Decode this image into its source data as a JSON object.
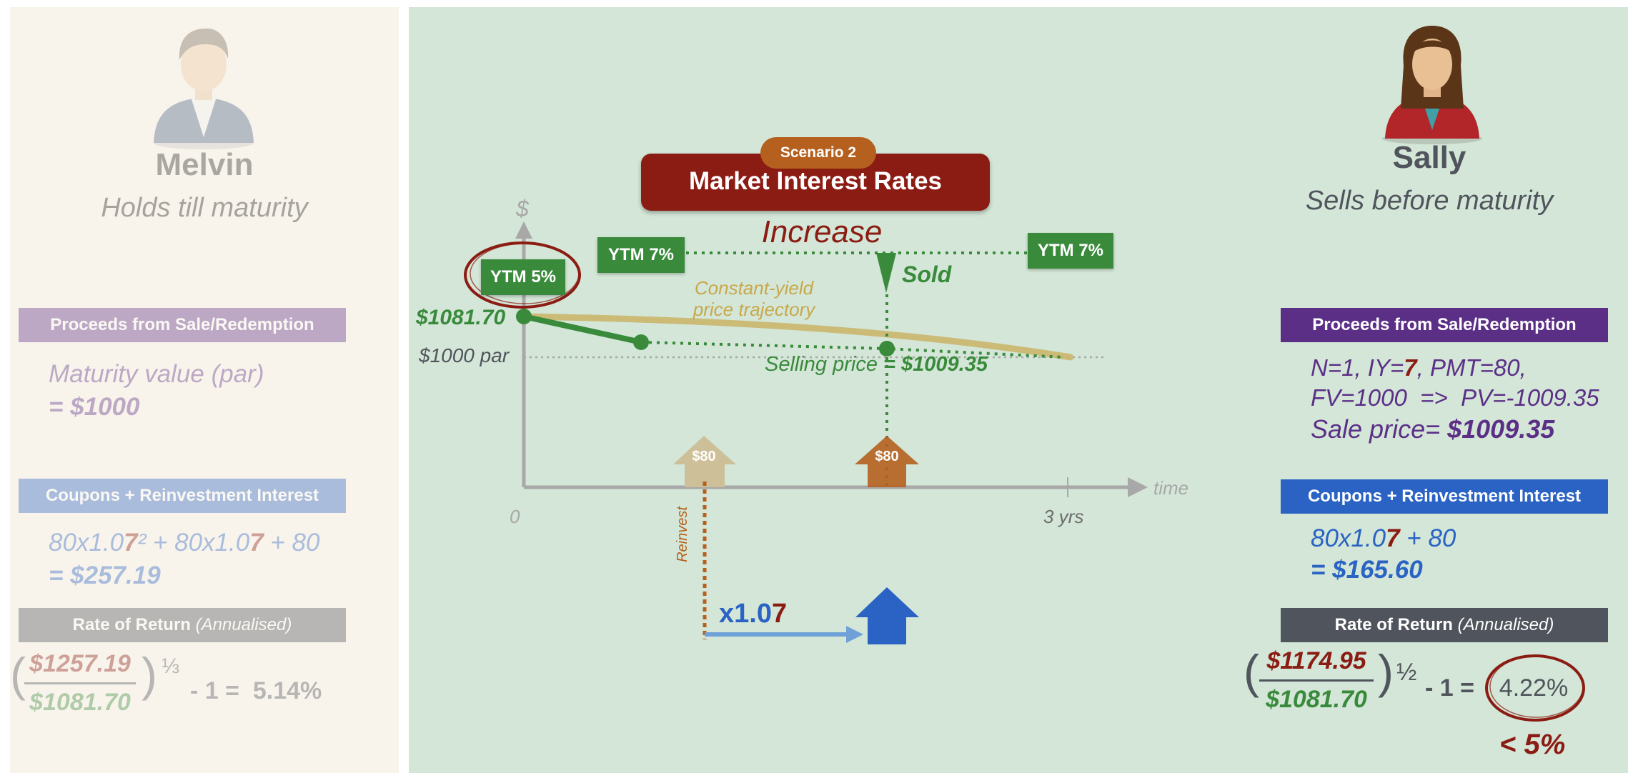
{
  "scenario": {
    "badge": "Scenario 2",
    "title": "Market Interest Rates",
    "subtitle": "Increase"
  },
  "colors": {
    "bond_green": "#3a8a3c",
    "title_red": "#8b1c13",
    "badge_orange": "#b5601e",
    "sally_purple": "#5c2f87",
    "sally_blue": "#2a63c4",
    "dark_gray": "#50545c"
  },
  "melvin": {
    "name": "Melvin",
    "role": "Holds till maturity",
    "icon": "man-avatar-icon",
    "proceeds_bar": "Proceeds from Sale/Redemption",
    "proceeds_line1": "Maturity value (par)",
    "proceeds_line2": "= $1000",
    "coupons_bar": "Coupons + Reinvestment Interest",
    "coupons_a": "80x1.0",
    "coupons_b": "7",
    "coupons_c": "² + 80x1.0",
    "coupons_d": "7",
    "coupons_e": " + 80",
    "coupons_result": "= $257.19",
    "ror_bar": "Rate of Return",
    "ror_bar_note": "(Annualised)",
    "ror_numerator": "$1257.19",
    "ror_denominator": "$1081.70",
    "ror_exponent": "⅓",
    "ror_tail": "- 1 =  5.14%"
  },
  "sally": {
    "name": "Sally",
    "role": "Sells before maturity",
    "icon": "woman-avatar-icon",
    "proceeds_bar": "Proceeds from Sale/Redemption",
    "calc1_a": "N=1, IY=",
    "calc1_b": "7",
    "calc1_c": ", PMT=80,",
    "calc2": "FV=1000  =>  PV=-1009.35",
    "sale_label": "Sale price= ",
    "sale_value": "$1009.35",
    "coupons_bar": "Coupons + Reinvestment Interest",
    "coupons_a": "80x1.0",
    "coupons_b": "7",
    "coupons_c": " + 80",
    "coupons_result": "= $165.60",
    "ror_bar": "Rate of Return",
    "ror_bar_note": "(Annualised)",
    "ror_numerator": "$1174.95",
    "ror_denominator": "$1081.70",
    "ror_exponent": "½",
    "ror_minus": "- 1 =",
    "ror_result": "4.22%",
    "ror_compare": "< 5%"
  },
  "diagram": {
    "y_axis_label": "$",
    "x_axis_label": "time",
    "x_start": "0",
    "x_end": "3 yrs",
    "ytm_initial": "YTM 5%",
    "ytm_new_left": "YTM 7%",
    "ytm_new_right": "YTM 7%",
    "sold_label": "Sold",
    "price_label": "$1081.70",
    "par_label": "$1000 par",
    "trajectory_line1": "Constant-yield",
    "trajectory_line2": "price trajectory",
    "selling_price_label": "Selling price ",
    "selling_price_value": "= $1009.35",
    "coupon1": "$80",
    "coupon2": "$80",
    "reinvest_label": "Reinvest",
    "growth_a": "x1.0",
    "growth_b": "7"
  }
}
